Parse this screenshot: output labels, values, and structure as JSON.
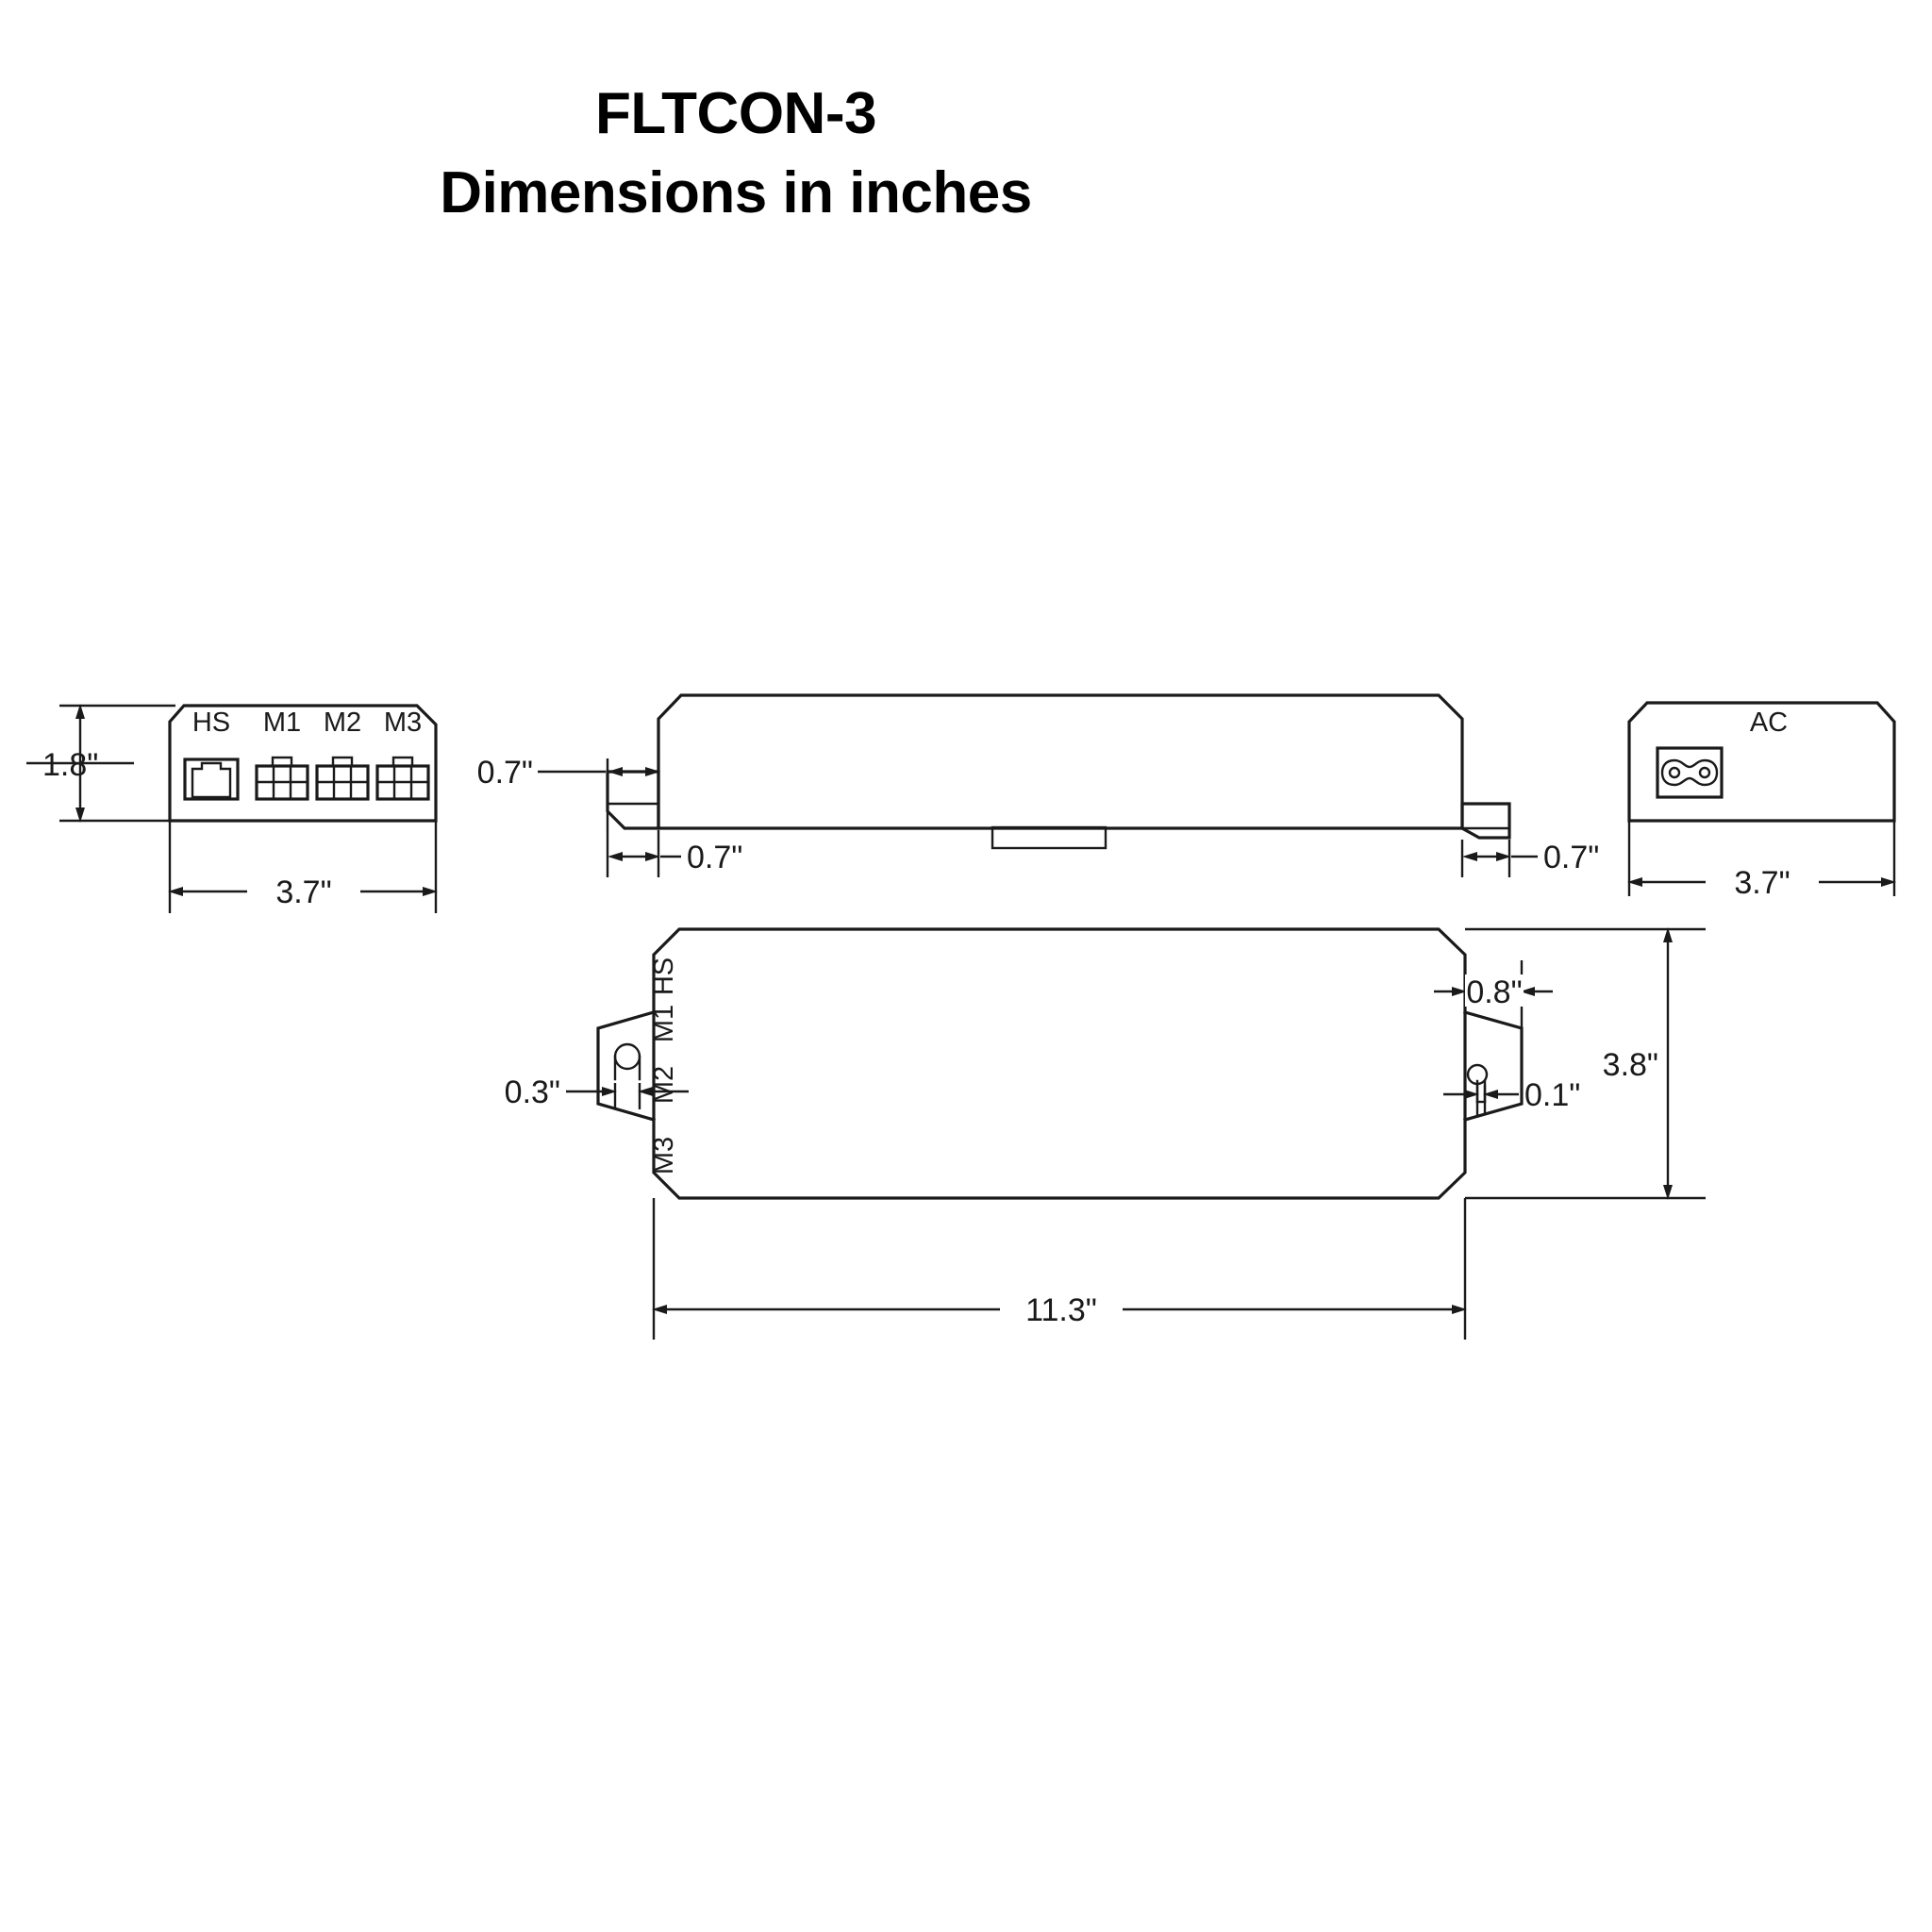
{
  "title": {
    "line1": "FLTCON-3",
    "line2": "Dimensions in inches"
  },
  "views": {
    "front_panel": {
      "name": "front-panel-view",
      "port_labels": [
        "HS",
        "M1",
        "M2",
        "M3"
      ],
      "dim_height": "1.8\"",
      "dim_width": "3.7\"",
      "connectors": [
        {
          "label": "HS",
          "type": "rj45-jack"
        },
        {
          "label": "M1",
          "type": "6-pin-header"
        },
        {
          "label": "M2",
          "type": "6-pin-header"
        },
        {
          "label": "M3",
          "type": "6-pin-header"
        }
      ]
    },
    "side_elevation": {
      "name": "side-elevation-view",
      "dim_flange_height": "0.7\"",
      "dim_flange_left": "0.7\"",
      "dim_flange_right": "0.7\""
    },
    "rear_panel": {
      "name": "rear-panel-view",
      "label_ac": "AC",
      "dim_width": "3.7\"",
      "connectors": [
        {
          "label": "AC",
          "type": "iec-c8-socket"
        }
      ]
    },
    "plan": {
      "name": "plan-view",
      "port_labels": [
        "HS",
        "M1",
        "M2",
        "M3"
      ],
      "dim_length": "11.3\"",
      "dim_depth": "3.8\"",
      "dim_left_slot": "0.3\"",
      "dim_right_bracket": "0.8\"",
      "dim_right_slot": "0.1\""
    }
  },
  "dimensions_list": [
    {
      "id": "front-height",
      "value": "1.8\""
    },
    {
      "id": "front-width",
      "value": "3.7\""
    },
    {
      "id": "side-flange-height",
      "value": "0.7\""
    },
    {
      "id": "side-flange-left-width",
      "value": "0.7\""
    },
    {
      "id": "side-flange-right-width",
      "value": "0.7\""
    },
    {
      "id": "rear-width",
      "value": "3.7\""
    },
    {
      "id": "plan-left-slot",
      "value": "0.3\""
    },
    {
      "id": "plan-right-bracket",
      "value": "0.8\""
    },
    {
      "id": "plan-right-slot",
      "value": "0.1\""
    },
    {
      "id": "plan-depth",
      "value": "3.8\""
    },
    {
      "id": "plan-length",
      "value": "11.3\""
    }
  ],
  "colors": {
    "line": "#1a1a1a",
    "background": "#ffffff"
  }
}
